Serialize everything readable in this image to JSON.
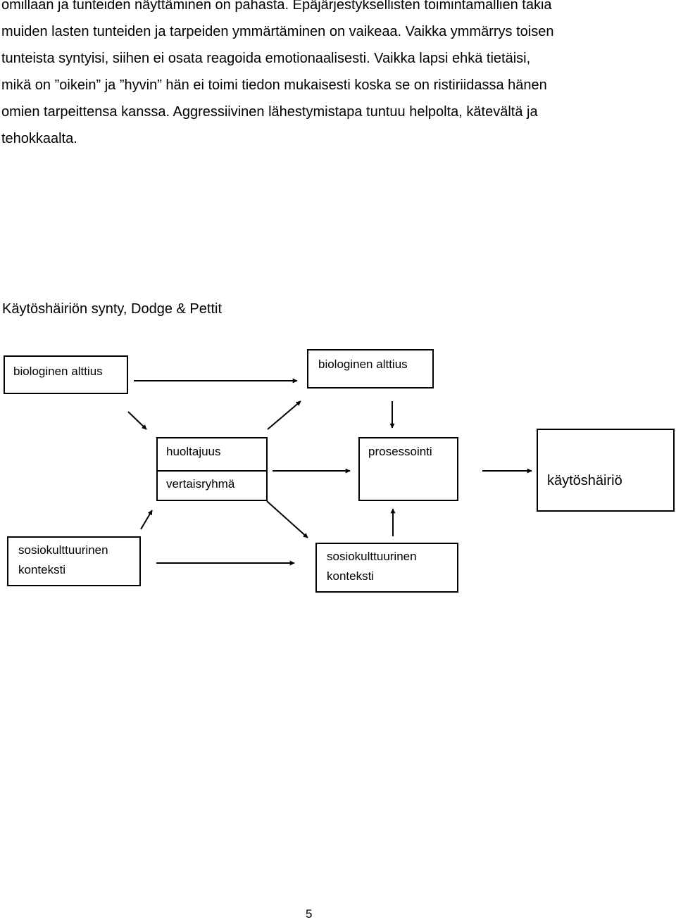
{
  "paragraph": {
    "lines": [
      "omillaan ja tunteiden näyttäminen on pahasta.  Epäjärjestyksellisten toimintamallien takia",
      "muiden lasten tunteiden ja tarpeiden ymmärtäminen on vaikeaa.  Vaikka ymmärrys toisen",
      "tunteista syntyisi, siihen ei osata reagoida emotionaalisesti.  Vaikka lapsi ehkä tietäisi,",
      "mikä on ”oikein” ja ”hyvin” hän ei toimi tiedon mukaisesti koska se on ristiriidassa hänen",
      "omien tarpeittensa kanssa. Aggressiivinen lähestymistapa tuntuu helpolta, kätevältä ja",
      "tehokkaalta."
    ]
  },
  "diagram": {
    "title": "Käytöshäiriön synty, Dodge & Pettit",
    "boxes": {
      "bio1": "biologinen alttius",
      "bio2": "biologinen alttius",
      "huoltajuus": "huoltajuus",
      "vertaisryhma": "vertaisryhmä",
      "prosessointi": "prosessointi",
      "kaytoshairio": "käytöshäiriö",
      "socio1": [
        "sosiokulttuurinen",
        "konteksti"
      ],
      "socio2": [
        "sosiokulttuurinen",
        "konteksti"
      ]
    }
  },
  "footer": {
    "page_number": "5"
  }
}
